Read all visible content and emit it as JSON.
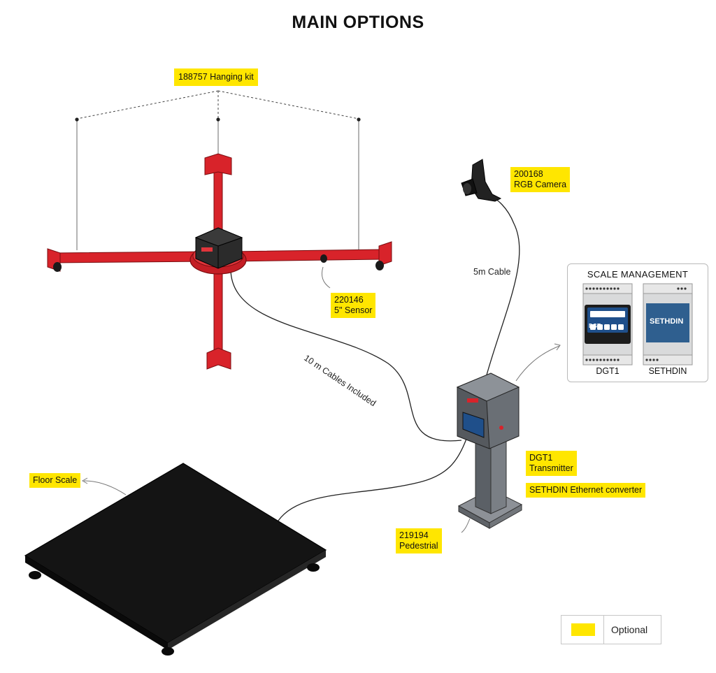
{
  "title": "MAIN OPTIONS",
  "labels": {
    "hanging_kit": "188757 Hanging kit",
    "camera_code": "200168",
    "camera_name": "RGB Camera",
    "sensor_code": "220146",
    "sensor_name": "5\" Sensor",
    "cable_5m": "5m Cable",
    "cable_10m": "10 m Cables Included",
    "floor_scale": "Floor Scale",
    "dgt1_code": "DGT1",
    "dgt1_name": "Transmitter",
    "sethdin_converter": "SETHDIN Ethernet converter",
    "pedestal_code": "219194",
    "pedestal_name": "Pedestrial"
  },
  "scale_management": {
    "title": "SCALE MANAGEMENT",
    "devices": [
      {
        "name": "DGT1",
        "screen_text": "DGT"
      },
      {
        "name": "SETHDIN",
        "screen_text": "SETHDIN"
      }
    ]
  },
  "legend": {
    "label": "Optional"
  },
  "colors": {
    "optional_highlight": "#ffe600",
    "sensor_frame": "#d8232a",
    "floor_scale": "#151515",
    "cabinet": "#5b6066"
  }
}
